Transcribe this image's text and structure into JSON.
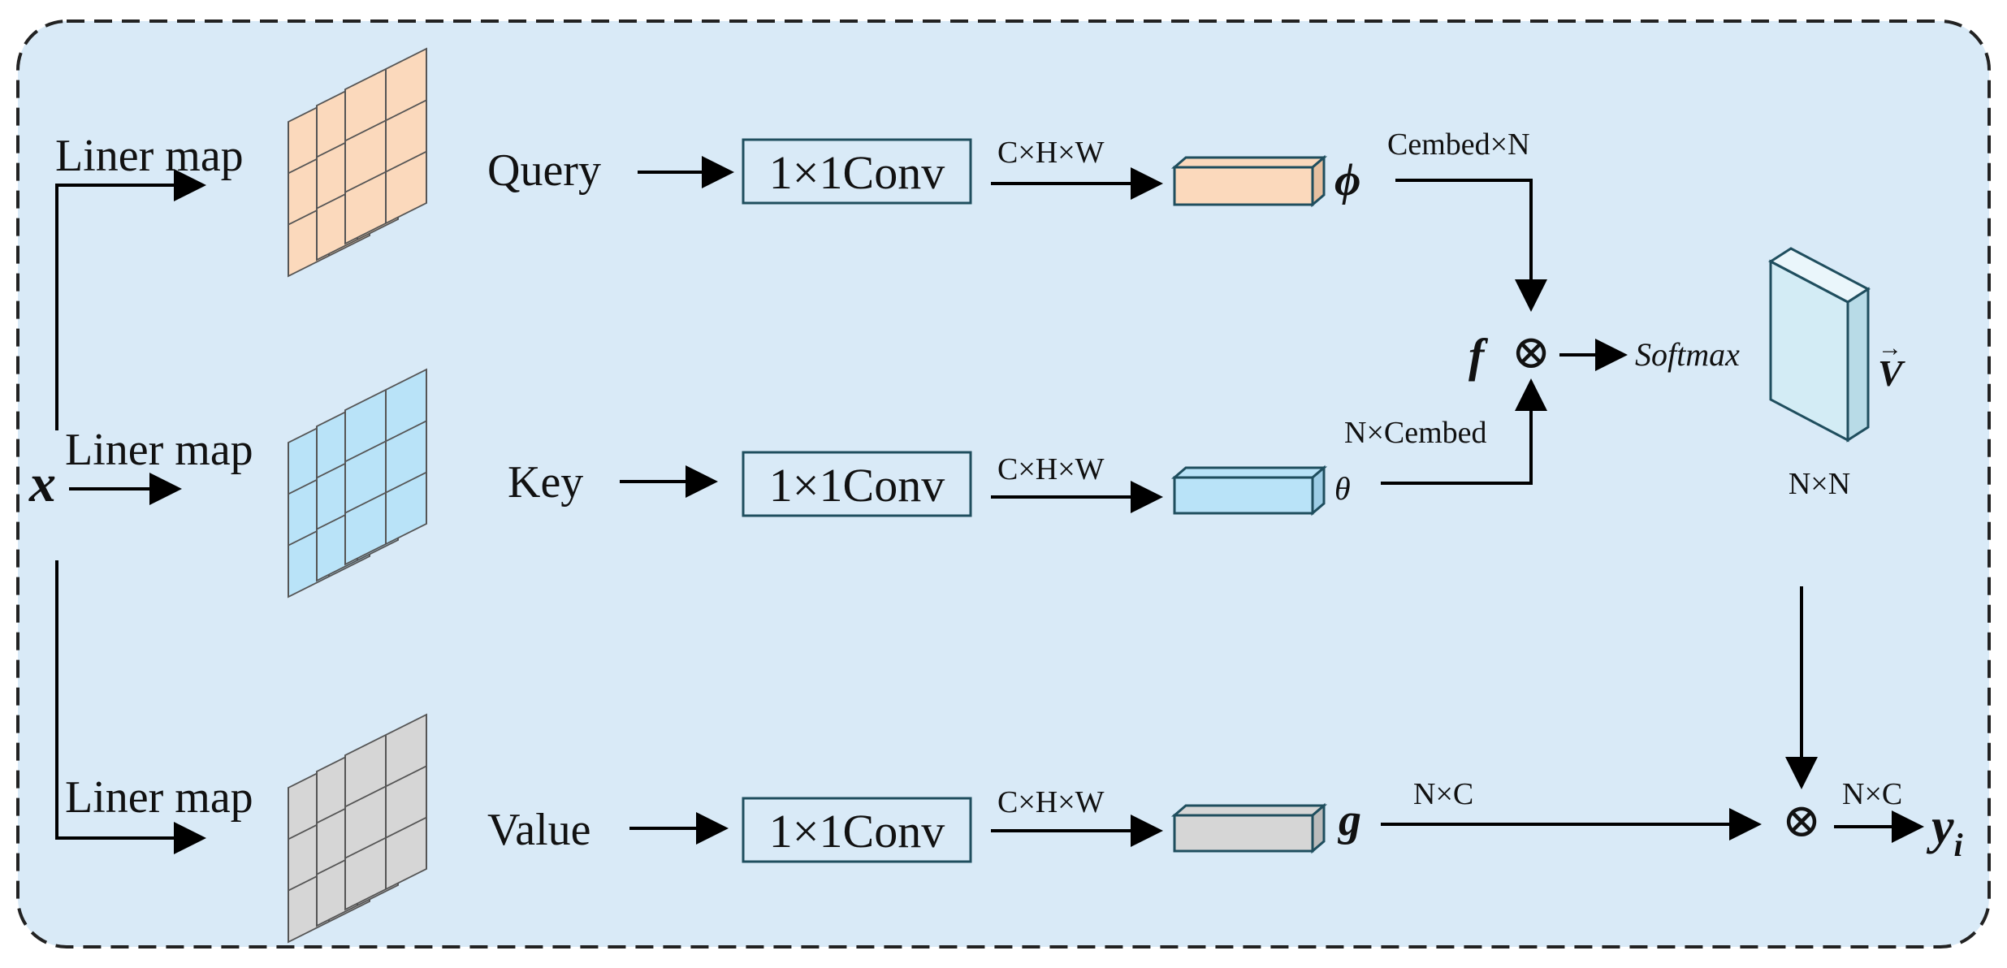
{
  "input": {
    "symbol": "x"
  },
  "branches": [
    {
      "map_label": "Liner map",
      "name": "Query",
      "conv_label": "1×1Conv",
      "dim_label": "C×H×W",
      "symbol": "ϕ",
      "out_dim": "Cembed×N",
      "color": "#fbd9bc"
    },
    {
      "map_label": "Liner map",
      "name": "Key",
      "conv_label": "1×1Conv",
      "dim_label": "C×H×W",
      "symbol": "θ",
      "out_dim": "N×Cembed",
      "color": "#b9e3f8"
    },
    {
      "map_label": "Liner map",
      "name": "Value",
      "conv_label": "1×1Conv",
      "dim_label": "C×H×W",
      "symbol": "g",
      "out_dim": "N×C",
      "color": "#d6d6d6"
    }
  ],
  "fusion": {
    "f_symbol": "f",
    "otimes": "⊗",
    "softmax_label": "Softmax",
    "v_symbol": "V",
    "v_arrow": "→",
    "v_dim": "N×N",
    "v_color": "#d3ecf5"
  },
  "output": {
    "otimes": "⊗",
    "dim": "N×C",
    "symbol": "y",
    "subscript": "i"
  },
  "colors": {
    "background": "#d9eaf7",
    "border": "#222222",
    "conv_border": "#1f4e5e"
  }
}
